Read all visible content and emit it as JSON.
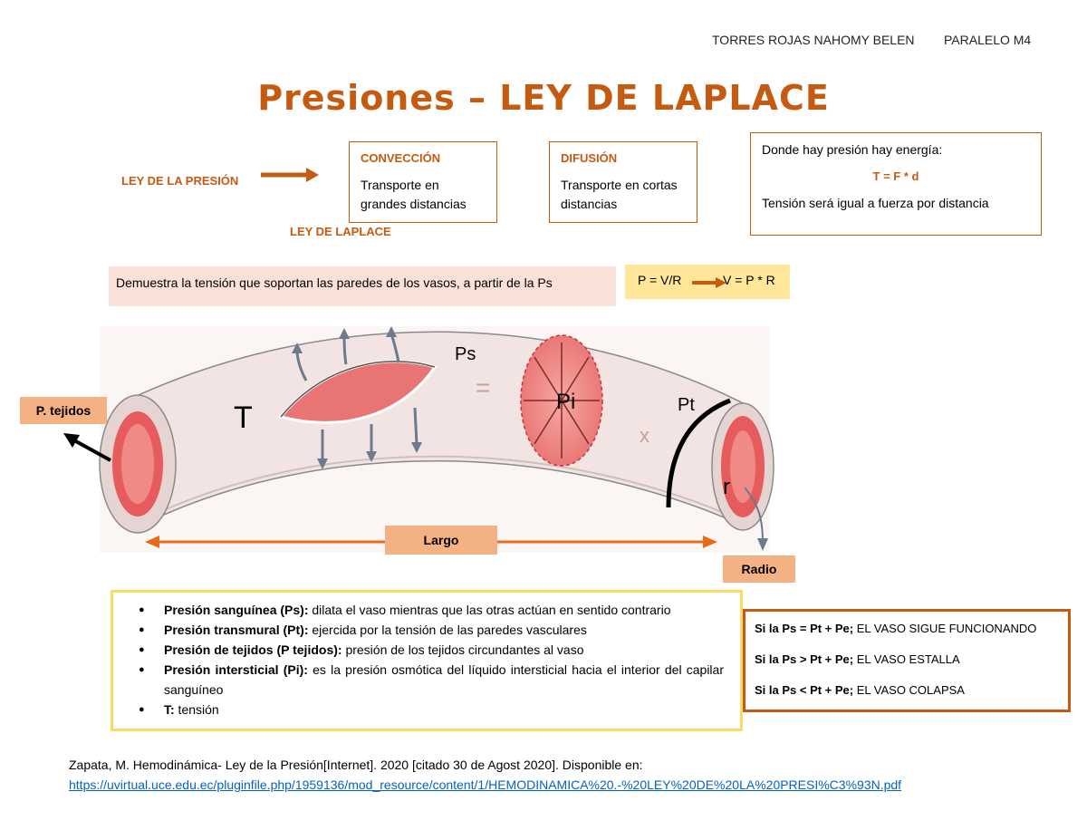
{
  "header": {
    "author": "TORRES ROJAS NAHOMY BELEN",
    "group": "PARALELO  M4"
  },
  "title": "Presiones – LEY DE LAPLACE",
  "labels": {
    "ley_presion": "LEY DE LA PRESIÓN",
    "ley_laplace": "LEY DE LAPLACE"
  },
  "conveccion": {
    "title": "CONVECCIÓN",
    "text": "Transporte en grandes distancias"
  },
  "difusion": {
    "title": "DIFUSIÓN",
    "text": "Transporte en cortas distancias"
  },
  "energia": {
    "line1": "Donde hay presión hay energía:",
    "formula": "T = F * d",
    "line2": "Tensión será igual a fuerza por distancia"
  },
  "demuestra": "Demuestra la tensión que soportan las paredes de los vasos, a partir de la Ps",
  "formula_box": {
    "left": "P = V/R",
    "right": "V = P * R"
  },
  "diagram": {
    "p_tejidos": "P. tejidos",
    "T": "T",
    "Ps": "Ps",
    "equals": "=",
    "Pi": "Pi",
    "Pt": "Pt",
    "x": "x",
    "r": "r",
    "largo": "Largo",
    "radio": "Radio"
  },
  "legend": [
    {
      "term": "Presión sanguínea (Ps):",
      "desc": " dilata el vaso mientras que las otras actúan en sentido contrario"
    },
    {
      "term": "Presión transmural (Pt):",
      "desc": " ejercida por la tensión de las paredes vasculares"
    },
    {
      "term": "Presión de tejidos (P tejidos):",
      "desc": " presión de los tejidos circundantes al vaso"
    },
    {
      "term": "Presión intersticial (Pi):",
      "desc": " es la presión osmótica del líquido intersticial hacia el interior del capilar sanguíneo"
    },
    {
      "term": "T:",
      "desc": " tensión"
    }
  ],
  "conditions": [
    {
      "term": "Si la Ps = Pt + Pe;",
      "desc": " EL VASO SIGUE FUNCIONANDO"
    },
    {
      "term": "Si la Ps > Pt + Pe;",
      "desc": " EL VASO ESTALLA"
    },
    {
      "term": "Si la Ps < Pt + Pe;",
      "desc": " EL VASO COLAPSA"
    }
  ],
  "reference": {
    "text": "Zapata, M. Hemodinámica- Ley de la Presión[Internet]. 2020 [citado 30 de Agost 2020]. Disponible en:",
    "link": "https://uvirtual.uce.edu.ec/pluginfile.php/1959136/mod_resource/content/1/HEMODINAMICA%20.-%20LEY%20DE%20LA%20PRESI%C3%93N.pdf"
  },
  "colors": {
    "accent": "#c55a11",
    "peach": "#f8e1d6",
    "yellow": "#ffe699",
    "tag": "#f4b183",
    "link": "#0563c1"
  }
}
